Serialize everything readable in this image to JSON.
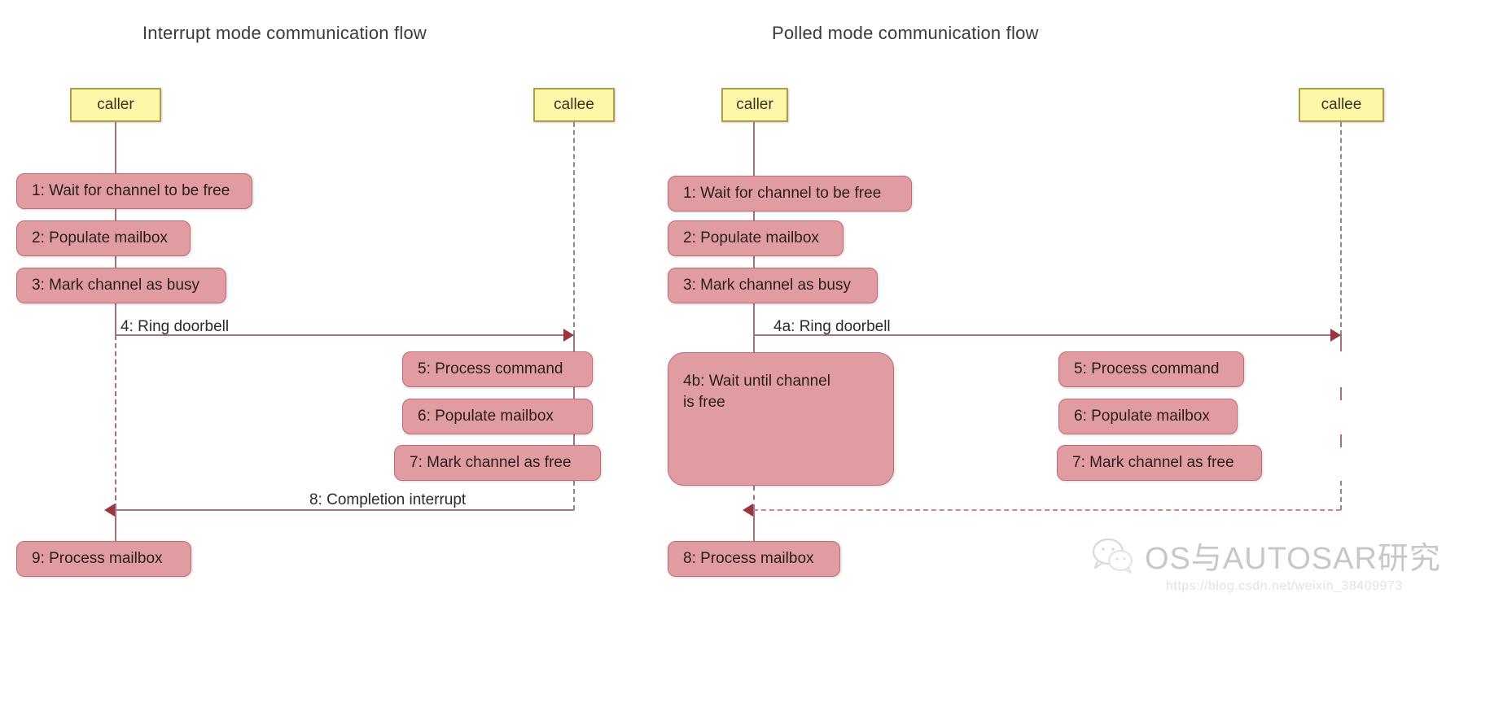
{
  "diagrams": [
    {
      "title": "Interrupt mode communication flow",
      "lifelines": [
        {
          "name": "caller"
        },
        {
          "name": "callee"
        }
      ],
      "caller_steps": [
        {
          "label": "1: Wait for channel to be free"
        },
        {
          "label": "2: Populate mailbox"
        },
        {
          "label": "3: Mark channel as busy"
        }
      ],
      "callee_steps": [
        {
          "label": "5: Process command"
        },
        {
          "label": "6: Populate mailbox"
        },
        {
          "label": "7: Mark channel as free"
        }
      ],
      "caller_final_steps": [
        {
          "label": "9: Process mailbox"
        }
      ],
      "messages": [
        {
          "label": "4: Ring doorbell",
          "direction": "right",
          "style": "solid"
        },
        {
          "label": "8: Completion interrupt",
          "direction": "left",
          "style": "solid"
        }
      ]
    },
    {
      "title": "Polled mode communication flow",
      "lifelines": [
        {
          "name": "caller"
        },
        {
          "name": "callee"
        }
      ],
      "caller_steps": [
        {
          "label": "1: Wait for channel to be free"
        },
        {
          "label": "2: Populate mailbox"
        },
        {
          "label": "3: Mark channel as busy"
        }
      ],
      "caller_wait_step": {
        "label": "4b: Wait until channel\n      is free"
      },
      "callee_steps": [
        {
          "label": "5: Process command"
        },
        {
          "label": "6: Populate mailbox"
        },
        {
          "label": "7: Mark channel as free"
        }
      ],
      "caller_final_steps": [
        {
          "label": "8: Process mailbox"
        }
      ],
      "messages": [
        {
          "label": "4a: Ring doorbell",
          "direction": "right",
          "style": "solid"
        },
        {
          "label": "",
          "direction": "left",
          "style": "dashed"
        }
      ]
    }
  ],
  "watermark": {
    "text": "OS与AUTOSAR研究",
    "url": "https://blog.csdn.net/weixin_38409973"
  },
  "colors": {
    "step_fill": "#e09ca0",
    "step_border": "#c06a72",
    "lifeline_fill": "#fbf9a8",
    "lifeline_border": "#b09a4c",
    "message": "#a4727a",
    "arrow": "#9c3540",
    "background": "#ffffff"
  }
}
